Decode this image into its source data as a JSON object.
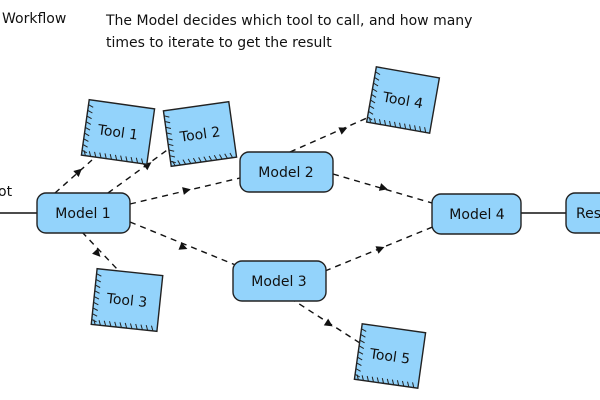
{
  "header": {
    "title": "Workflow",
    "description_line1": "The Model decides which tool to call, and how many",
    "description_line2": "times to iterate to get the result"
  },
  "nodes": {
    "input": {
      "label": "ot"
    },
    "model1": {
      "label": "Model 1"
    },
    "model2": {
      "label": "Model 2"
    },
    "model3": {
      "label": "Model 3"
    },
    "model4": {
      "label": "Model 4"
    },
    "result": {
      "label": "Res"
    },
    "tool1": {
      "label": "Tool 1"
    },
    "tool2": {
      "label": "Tool 2"
    },
    "tool3": {
      "label": "Tool 3"
    },
    "tool4": {
      "label": "Tool 4"
    },
    "tool5": {
      "label": "Tool 5"
    }
  },
  "colors": {
    "model_fill": "#93d3fb",
    "tool_fill": "#93d3fb",
    "stroke": "#222222"
  }
}
